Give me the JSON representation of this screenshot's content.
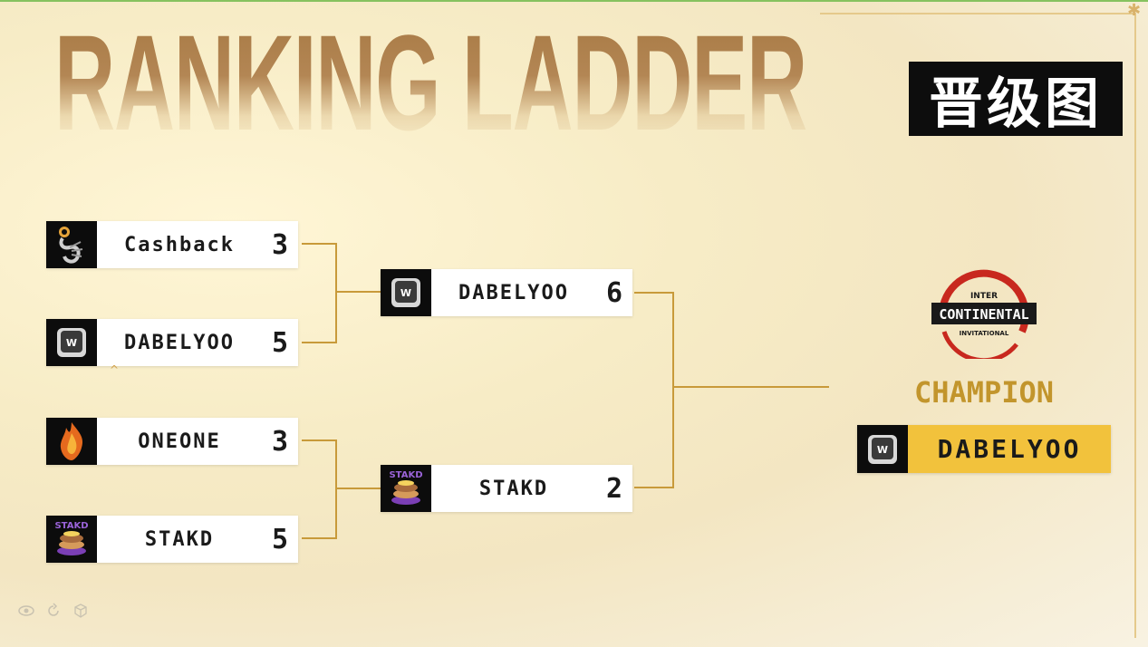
{
  "title": "RANKING LADDER",
  "cn_title": "晋级图",
  "bracket": {
    "semifinal_1": {
      "team_a": {
        "name": "Cashback",
        "score": "3",
        "logo": "scorpion-logo"
      },
      "team_b": {
        "name": "DABELYOO",
        "score": "5",
        "logo": "w-key-logo"
      }
    },
    "semifinal_2": {
      "team_a": {
        "name": "ONEONE",
        "score": "3",
        "logo": "flame-logo"
      },
      "team_b": {
        "name": "STAKD",
        "score": "5",
        "logo": "stakd-logo"
      }
    },
    "final": {
      "team_a": {
        "name": "DABELYOO",
        "score": "6",
        "logo": "w-key-logo"
      },
      "team_b": {
        "name": "STAKD",
        "score": "2",
        "logo": "stakd-logo"
      }
    }
  },
  "champion": {
    "label": "CHAMPION",
    "name": "DABELYOO",
    "event_logo": {
      "top": "INTER",
      "main": "CONTINENTAL",
      "bottom": "INVITATIONAL"
    }
  },
  "logo_text": {
    "w_key": "W",
    "stakd": "STAKD"
  },
  "colors": {
    "gold": "#c2952c",
    "line": "#c89a3a",
    "champion_bg": "#f2c23c",
    "accent_red": "#c8281e"
  },
  "icons": [
    "eye-icon",
    "rotate-icon",
    "cube-icon"
  ]
}
